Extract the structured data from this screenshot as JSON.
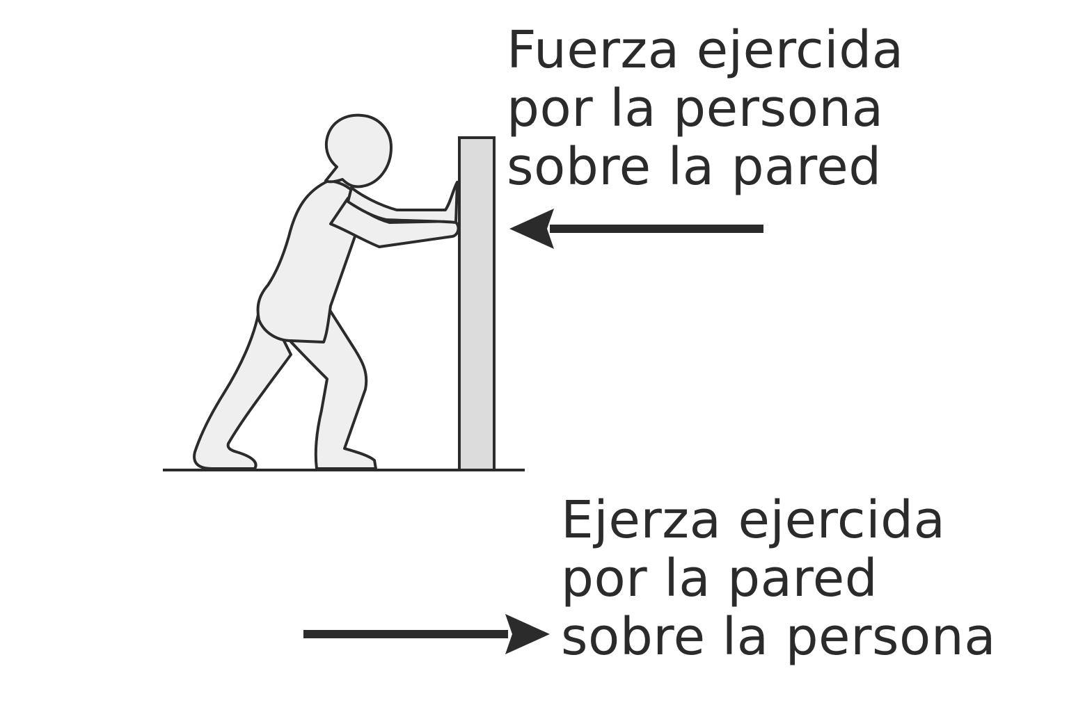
{
  "diagram": {
    "top_label": {
      "lines": [
        "Fuerza ejercida",
        "por la persona",
        "sobre la pared"
      ]
    },
    "bottom_label": {
      "lines": [
        "Ejerza ejercida",
        "por la pared",
        "sobre la persona"
      ]
    },
    "colors": {
      "stroke": "#2b2b2b",
      "figure_fill": "#efefef",
      "wall_fill": "#dcdcdc",
      "background": "#ffffff"
    }
  }
}
